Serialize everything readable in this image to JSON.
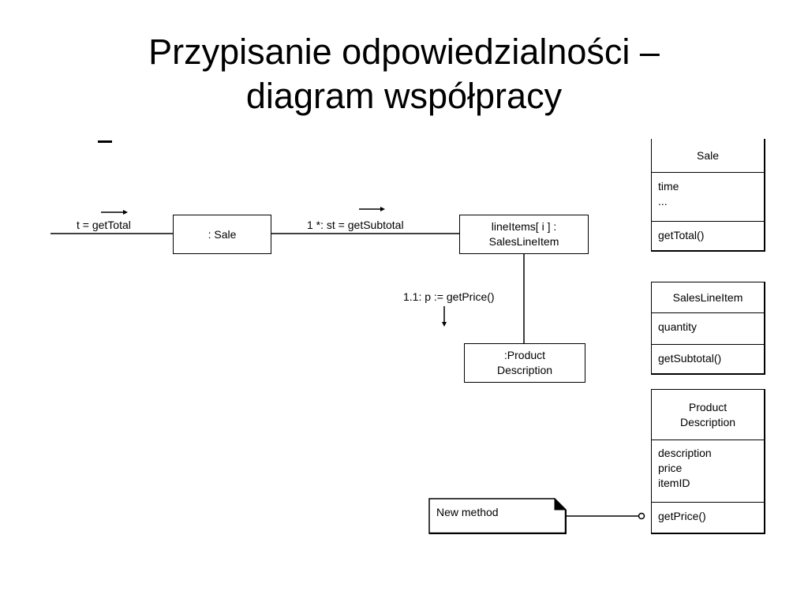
{
  "title": {
    "line1": "Przypisanie odpowiedzialności –",
    "line2": "diagram współpracy"
  },
  "collaboration": {
    "message_total": "t = getTotal",
    "message_subtotal": "1 *: st = getSubtotal",
    "message_price": "1.1: p := getPrice()",
    "sale_object": ": Sale",
    "lineitems_object": {
      "line1": "lineItems[ i ] :",
      "line2": "SalesLineItem"
    },
    "product_object": {
      "line1": ":Product",
      "line2": "Description"
    }
  },
  "classes": {
    "sale": {
      "name": "Sale",
      "attributes": [
        "time",
        "..."
      ],
      "methods": [
        "getTotal()"
      ]
    },
    "sales_line_item": {
      "name": "SalesLineItem",
      "attributes": [
        "quantity"
      ],
      "methods": [
        "getSubtotal()"
      ]
    },
    "product_description": {
      "name_line1": "Product",
      "name_line2": "Description",
      "attributes": [
        "description",
        "price",
        "itemID"
      ],
      "methods": [
        "getPrice()"
      ]
    }
  },
  "note": {
    "text": "New method"
  }
}
